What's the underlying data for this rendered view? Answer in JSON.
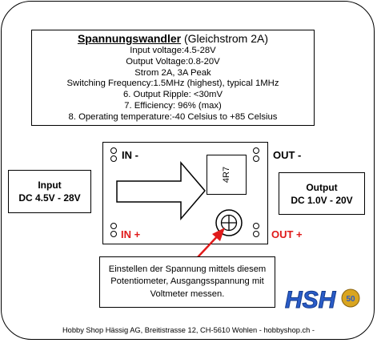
{
  "specs": {
    "title_bold": "Spannungswandler",
    "title_rest": " (Gleichstrom 2A)",
    "lines": [
      "Input voltage:4.5-28V",
      "Output Voltage:0.8-20V",
      "Strom 2A, 3A Peak",
      "Switching Frequency:1.5MHz (highest), typical 1MHz",
      "6. Output Ripple:  <30mV",
      "7. Efficiency:  96% (max)",
      "8. Operating temperature:-40 Celsius to +85 Celsius"
    ]
  },
  "board": {
    "in_minus": "IN -",
    "in_plus": "IN +",
    "out_minus": "OUT -",
    "out_plus": "OUT +",
    "chip_label": "4R7"
  },
  "input_box": {
    "line1": "Input",
    "line2": "DC 4.5V - 28V"
  },
  "output_box": {
    "line1": "Output",
    "line2": "DC 1.0V - 20V"
  },
  "note": {
    "line1": "Einstellen der Spannung mittels diesem",
    "line2": "Potentiometer, Ausgangsspannung mit",
    "line3": "Voltmeter messen."
  },
  "footer": "Hobby Shop Hässig AG, Breitistrasse 12, CH-5610 Wohlen  - hobbyshop.ch -",
  "logo": {
    "text": "HSH",
    "badge": "50"
  },
  "colors": {
    "plus_label": "#e01a1a",
    "pointer_arrow": "#e01a1a",
    "logo_blue": "#2a5cc8",
    "logo_gold": "#d9a520"
  }
}
